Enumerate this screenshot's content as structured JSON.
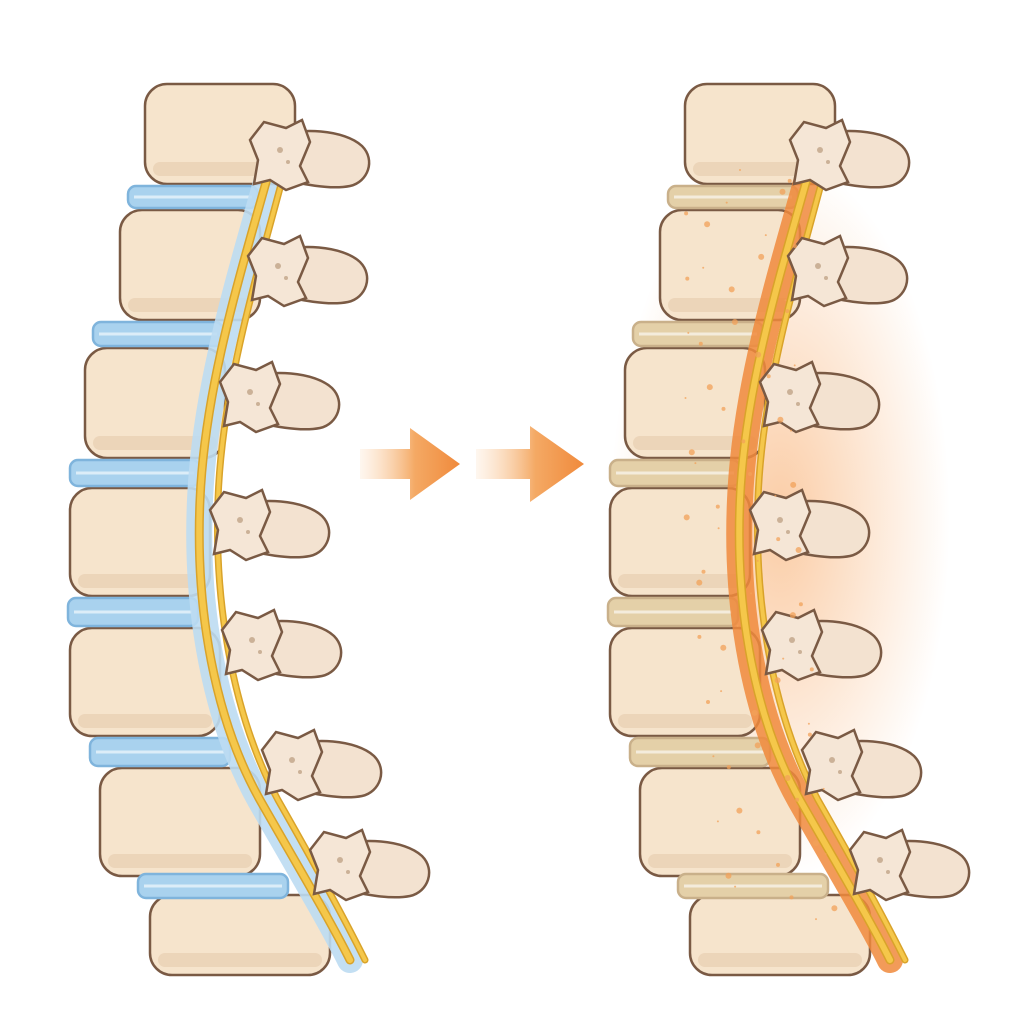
{
  "figure": {
    "panels": [
      {
        "state": "healthy",
        "disc_color": "#a9d2ee",
        "disc_edge": "#7fb4dc",
        "nerve_sheath": "#bcdcf2"
      },
      {
        "state": "inflamed",
        "disc_color": "#e4d0a8",
        "disc_edge": "#c9b08a",
        "nerve_sheath": "#f08a3c"
      }
    ],
    "colors": {
      "bone": "#f6e4cc",
      "bone_shadow": "#e8cfb0",
      "outline": "#7a5a44",
      "process": "#f3e2d0",
      "nerve": "#f5c74a",
      "nerve_edge": "#d9a32a",
      "arrow": "#f29a4a",
      "inflammation": "#f2a15a"
    },
    "arrow_count": 2
  }
}
